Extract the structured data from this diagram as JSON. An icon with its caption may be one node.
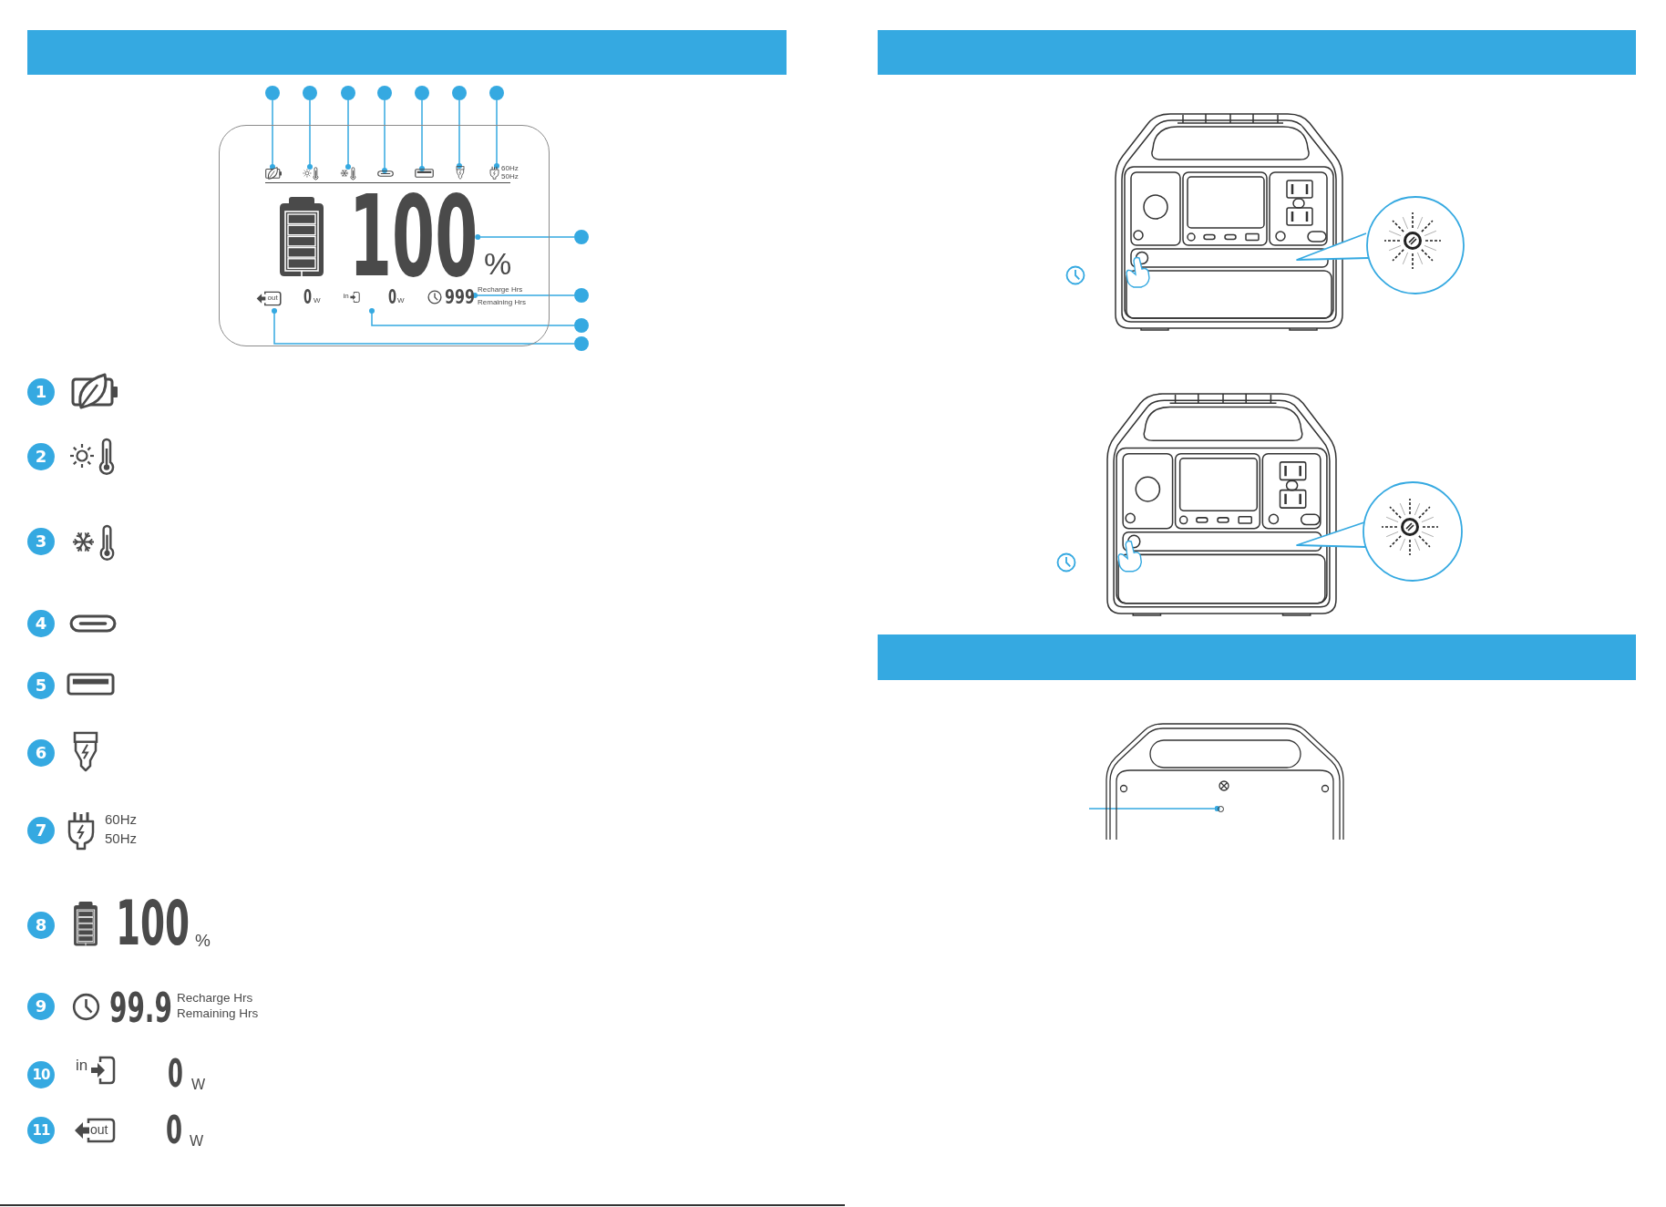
{
  "diagram": {
    "nodes": [
      {
        "text": [],
        "shape": "circle"
      },
      {
        "text": [],
        "shape": "circle"
      },
      {
        "text": [],
        "shape": "circle"
      },
      {
        "text": [],
        "shape": "circle"
      },
      {
        "text": [],
        "shape": "circle"
      },
      {
        "text": [],
        "shape": "circle"
      },
      {
        "text": [],
        "shape": "circle"
      },
      {
        "text": [],
        "shape": "box"
      },
      {
        "text": [],
        "shape": "picture",
        "in": 7
      },
      {
        "text": [],
        "shape": "picture",
        "in": 7
      },
      {
        "text": [],
        "shape": "picture",
        "in": 7
      },
      {
        "text": [],
        "shape": "picture",
        "in": 7
      },
      {
        "text": [],
        "shape": "picture",
        "in": 7
      },
      {
        "text": [],
        "shape": "picture",
        "in": 7
      },
      {
        "text": [],
        "shape": "picture",
        "in": 7,
        "beside": [
          "60Hz",
          "50Hz"
        ]
      },
      {
        "text": [],
        "shape": "circle"
      },
      {
        "text": [],
        "shape": "circle"
      },
      {
        "text": [],
        "shape": "circle"
      },
      {
        "text": [],
        "shape": "circle"
      },
      {
        "text": [
          "100"
        ],
        "in": 7,
        "beside": [
          "%"
        ]
      },
      {
        "text": [
          "999"
        ],
        "in": 7,
        "beside": [
          "Recharge Hrs",
          "Remaining Hrs"
        ]
      },
      {
        "text": [
          "in",
          "0",
          "W"
        ],
        "in": 7
      },
      {
        "text": [
          "out",
          "0",
          "W"
        ],
        "in": 7
      },
      {
        "text": [
          "1"
        ]
      },
      {
        "text": [
          "2"
        ]
      },
      {
        "text": [
          "3"
        ]
      },
      {
        "text": [
          "4"
        ]
      },
      {
        "text": [
          "5"
        ]
      },
      {
        "text": [
          "6"
        ]
      },
      {
        "text": [
          "7"
        ]
      },
      {
        "text": [
          "8"
        ]
      },
      {
        "text": [
          "9"
        ]
      },
      {
        "text": [
          "10"
        ]
      },
      {
        "text": [
          "11"
        ]
      },
      {
        "text": [],
        "shape": "circle"
      }
    ],
    "edges": [
      {
        "from": 0,
        "to": 8,
        "arrow": "other"
      },
      {
        "from": 1,
        "to": 9,
        "arrow": "other"
      },
      {
        "from": 2,
        "to": 10,
        "arrow": "other"
      },
      {
        "from": 3,
        "to": 11,
        "arrow": "other"
      },
      {
        "from": 4,
        "to": 12,
        "arrow": "other"
      },
      {
        "from": 5,
        "to": 13,
        "arrow": "other"
      },
      {
        "from": 6,
        "to": 14,
        "arrow": "other"
      },
      {
        "from": 15,
        "to": 19,
        "arrow": "other"
      },
      {
        "from": 16,
        "to": 20,
        "arrow": "other"
      },
      {
        "from": 17,
        "to": 21,
        "arrow": "other"
      },
      {
        "from": 18,
        "to": 22,
        "arrow": "other"
      },
      {
        "from": null,
        "to": 34,
        "arrow": "other"
      }
    ],
    "labels": [
      "60Hz",
      "50Hz",
      "100",
      "%",
      "99.9",
      "Recharge Hrs",
      "Remaining Hrs",
      "in",
      "0",
      "W",
      "out",
      "0",
      "W"
    ]
  }
}
